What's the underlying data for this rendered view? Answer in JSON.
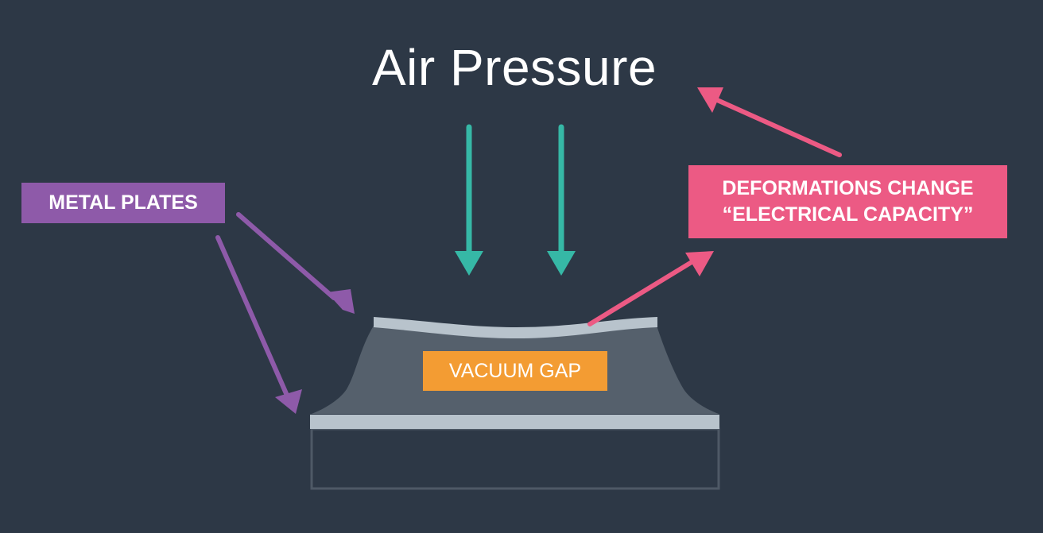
{
  "title": "Air Pressure",
  "labels": {
    "metal_plates": "METAL PLATES",
    "deformations_line1": "DEFORMATIONS CHANGE",
    "deformations_line2": "“ELECTRICAL CAPACITY”",
    "vacuum_gap": "VACUUM GAP"
  },
  "colors": {
    "background": "#2d3846",
    "pressure_arrow": "#36b8a6",
    "metal_arrow": "#8e5aa9",
    "deform_arrow": "#ec5a84",
    "plate": "#b8c3cc",
    "gap_body": "#55606c"
  }
}
